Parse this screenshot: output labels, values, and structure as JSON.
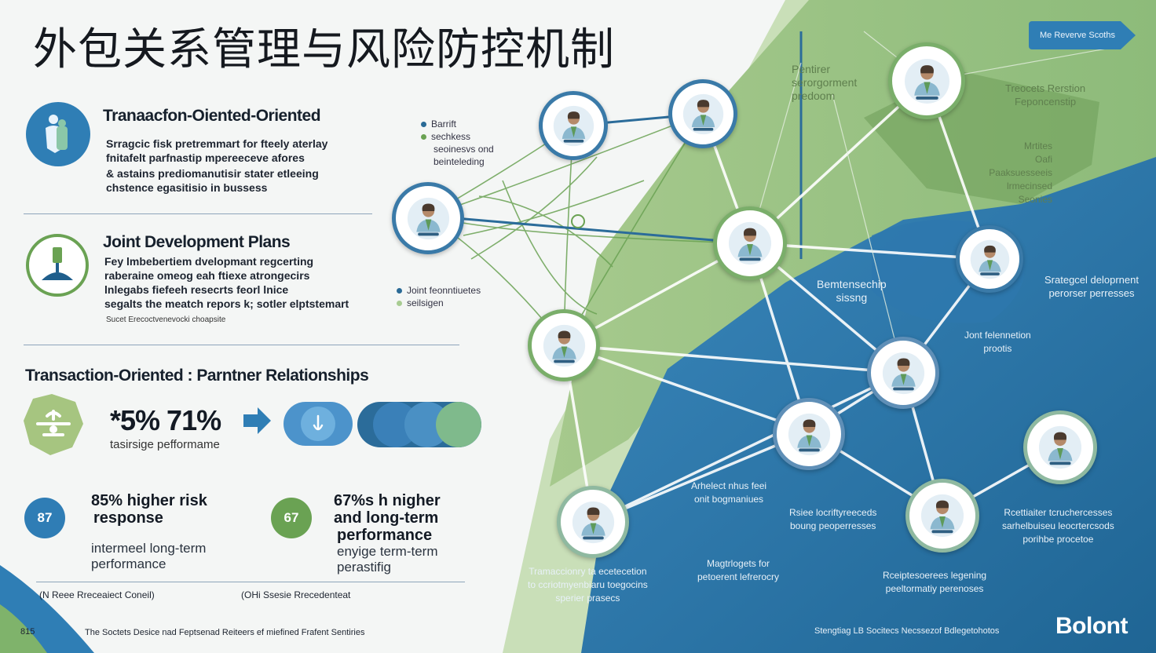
{
  "title": "外包关系管理与风险防控机制",
  "top_button": "Me Reverve Scoths",
  "section1": {
    "title": "Tranaacfon-Oiented-Oriented",
    "lines": [
      "Srragcic fisk pretremmart for fteely aterlay",
      "fnitafelt parfnastip mpereeceve afores",
      "& astains prediomanutisir stater etleeing",
      "chstence egasitisio in bussess"
    ]
  },
  "section2": {
    "title": "Joint Development Plans",
    "lines": [
      "Fey lmbebertiem dvelopmant regcerting",
      "raberaine omeog eah ftiexe atrongecirs",
      "lnlegabs fiefeeh resecrts feorl lnice",
      "segalts the meatch repors k; sotler elptstemart"
    ],
    "note": "Sucet Erecoctvenevocki choapsite"
  },
  "section3": {
    "title": "Transaction-Oriented : Parntner Relationships",
    "big_stat": "*5% 71%",
    "caption": "tasirsige pefformame"
  },
  "stats": [
    {
      "badge": "87",
      "head_lines": [
        "85% higher risk",
        "response"
      ],
      "sub_lines": [
        "intermeel long-term",
        "performance"
      ],
      "color": "#2f7db5"
    },
    {
      "badge": "67",
      "head_lines": [
        "67%s h nigher",
        "and long-term",
        "performance"
      ],
      "sub_lines": [
        "enyige term-term",
        "perastifig"
      ],
      "color": "#6aa253"
    }
  ],
  "notes_row": [
    "(N Reee Rreceaiect Coneil)",
    "(OHi Ssesie Rrecedenteat"
  ],
  "footer": {
    "page": "815",
    "source": "The Soctets Desice nad Feptsenad Reiteers ef miefined Frafent Sentiries",
    "right": "Stengtiag LB Socitecs Necssezof Bdlegetohotos",
    "brand": "Bolont"
  },
  "diagram_labels": {
    "top_left": [
      "Pentirer",
      "serorgorment",
      "predoom"
    ],
    "top_right": [
      "Treocets Rerstion",
      "Feponcenstip"
    ],
    "right_middle": [
      "Mrtites",
      "Oafi",
      "Paaksuesseeis",
      "lrmecinsed",
      "Seonies"
    ],
    "center": [
      "Bemtensechip",
      "sissng"
    ],
    "far_right": [
      "Srategcel deloprnent",
      "perorser perresses"
    ],
    "right_lower": [
      "Jont felennetion",
      "prootis"
    ],
    "mid_lower": [
      "Arhelect nhus feei",
      "onit bogmaniues"
    ],
    "mid_lower2": [
      "Rsiee locriftyreeceds",
      "boung peoperresses"
    ],
    "bottom_right": [
      "Rcettiaiter tcruchercesses",
      "sarhelbuiseu leocrtercsods",
      "porihbe procetoe"
    ],
    "bottom_center": [
      "Magtrlogets for",
      "petoerent lefrerocry"
    ],
    "bottom_left": [
      "Tramaccionry ta ecetecetion",
      "to ccriotmyenbiaru toegocins",
      "sperier prasecs"
    ],
    "bottom_center2": [
      "Rceiptesoerees legening",
      "peeltormatiy perenoses"
    ]
  },
  "legend_top": [
    "Barrift",
    "sechkess",
    "seoinesvs ond",
    "beinteleding"
  ],
  "legend_mid": [
    "Joint feonntiuetes",
    "seilsigen"
  ],
  "colors": {
    "navy": "#2a6a96",
    "blue": "#2f7eb5",
    "green": "#6aa253",
    "light_green": "#a8cc92",
    "node_ring_blue": "#3a7aa8",
    "node_ring_green": "#7aae6a"
  }
}
